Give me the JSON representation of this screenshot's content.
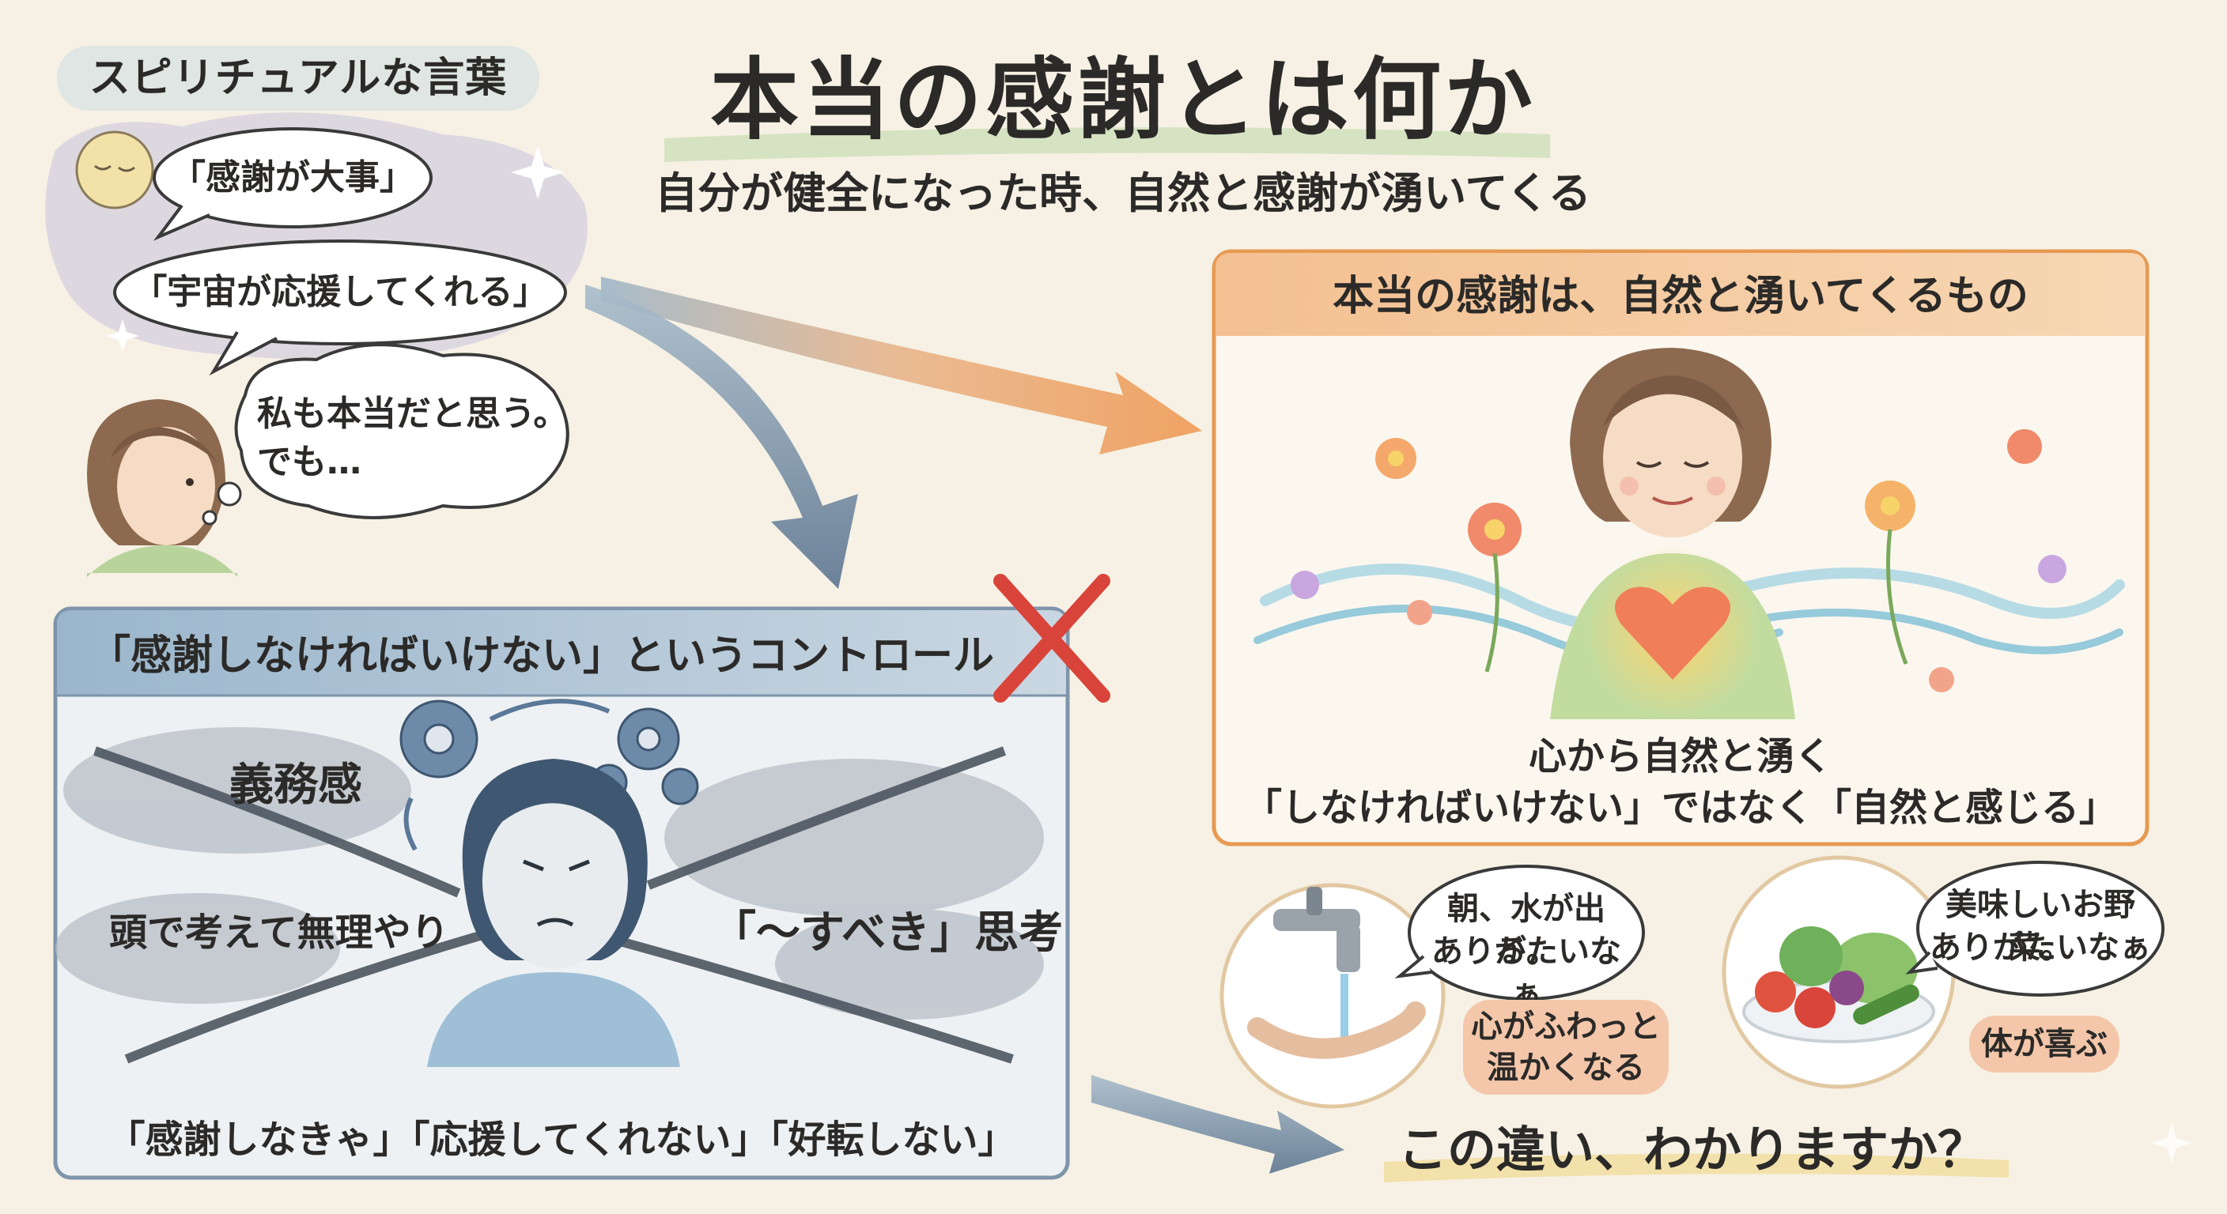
{
  "spiritual": {
    "tag": "スピリチュアルな言葉",
    "bubble1": "「感謝が大事」",
    "bubble2": "「宇宙が応援してくれる」",
    "thought_line1": "私も本当だと思う。",
    "thought_line2": "でも…"
  },
  "header": {
    "title": "本当の感謝とは何か",
    "subtitle": "自分が健全になった時、自然と感謝が湧いてくる"
  },
  "control_panel": {
    "heading": "「感謝しなければいけない」というコントロール",
    "keyword1": "義務感",
    "keyword2": "頭で考えて無理やり",
    "keyword3": "「〜すべき」思考",
    "footer": "「感謝しなきゃ」「応援してくれない」「好転しない」"
  },
  "true_panel": {
    "heading": "本当の感謝は、自然と湧いてくるもの",
    "caption1": "心から自然と湧く",
    "caption2": "「しなければいけない」ではなく「自然と感じる」"
  },
  "examples": {
    "water_bubble_line1": "朝、水が出る。",
    "water_bubble_line2": "ありがたいなぁ",
    "water_pill_line1": "心がふわっと",
    "water_pill_line2": "温かくなる",
    "veg_bubble_line1": "美味しいお野菜。",
    "veg_bubble_line2": "ありがたいなぁ",
    "veg_pill": "体が喜ぶ"
  },
  "closing_question": "この違い、わかりますか？",
  "colors": {
    "background": "#f6f1e4",
    "orange_accent": "#e79a52",
    "blue_accent": "#7f9bb4",
    "red_x": "#d9443a"
  }
}
